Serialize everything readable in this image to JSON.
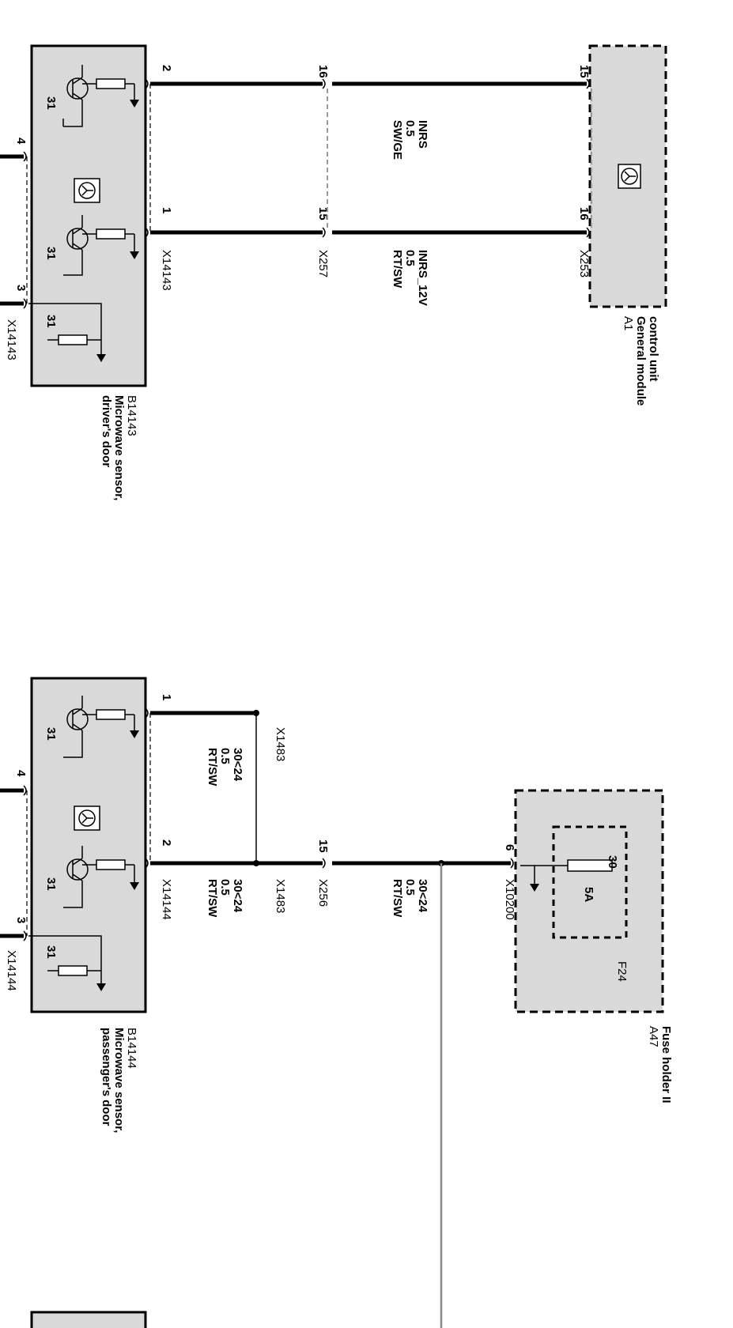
{
  "components": {
    "a1": {
      "id": "A1",
      "name_line1": "General module",
      "name_line2": "control unit"
    },
    "a47": {
      "id": "A47",
      "name": "Fuse holder II"
    },
    "f24": {
      "id": "F24",
      "rating": "5A",
      "pin": "30"
    },
    "b14143": {
      "id": "B14143",
      "name_line1": "Microwave sensor,",
      "name_line2": "driver's door"
    },
    "b14144": {
      "id": "B14144",
      "name_line1": "Microwave sensor,",
      "name_line2": "passenger's door"
    }
  },
  "connectors": {
    "x253": "X253",
    "x257": "X257",
    "x14143_top": "X14143",
    "x14143_left": "X14143",
    "x10200": "X10200",
    "x256": "X256",
    "x1483_a": "X1483",
    "x1483_b": "X1483",
    "x14144_top": "X14144",
    "x14144_left": "X14144"
  },
  "pins": {
    "a1_top": "15",
    "a1_bottom": "16",
    "x257_top": "16",
    "x257_bottom": "15",
    "b14143_top": "2",
    "b14143_bottom": "1",
    "b14143_left_upper": "4",
    "b14143_left_lower": "3",
    "b14143_ground_1": "31",
    "b14143_ground_2": "31",
    "b14143_ground_3": "31",
    "a47_pin": "6",
    "x256_pin": "15",
    "b14144_top": "1",
    "b14144_bottom": "2",
    "b14144_left_upper": "4",
    "b14144_left_lower": "3",
    "b14144_ground_1": "31",
    "b14144_ground_2": "31",
    "b14144_ground_3": "31"
  },
  "wires": [
    {
      "signal": "INRS",
      "size": "0.5",
      "color": "SW/GE"
    },
    {
      "signal": "INRS_12V",
      "size": "0.5",
      "color": "RT/SW"
    },
    {
      "signal": "30<24",
      "size": "0.5",
      "color": "RT/SW"
    },
    {
      "signal": "30<24",
      "size": "0.5",
      "color": "RT/SW"
    },
    {
      "signal": "30<24",
      "size": "0.5",
      "color": "RT/SW"
    }
  ],
  "colors": {
    "component_fill": "#d9d9d9",
    "line": "#000000",
    "branch_line": "#8a8a8a"
  }
}
